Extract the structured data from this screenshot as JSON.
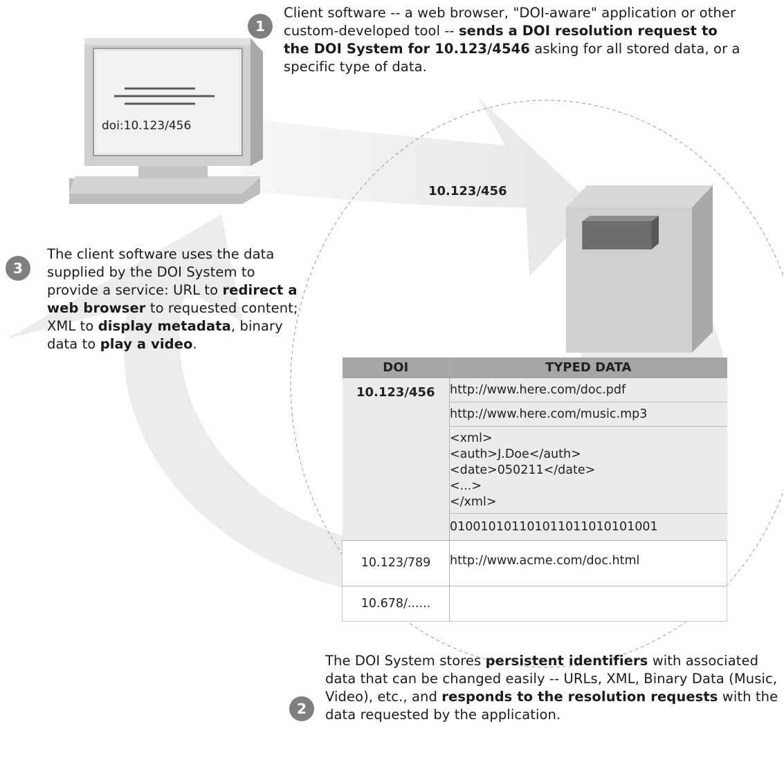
{
  "client": {
    "screen_label": "doi:10.123/456"
  },
  "request_id": "10.123/456",
  "steps": [
    {
      "number": "1",
      "parts": [
        {
          "t": "Client software -- a web browser, \"DOI-aware\" application or other custom-developed tool -- "
        },
        {
          "t": "sends a DOI resolution request to the DOI System for 10.123/4546",
          "b": true
        },
        {
          "t": " asking for all stored data, or a specific type of data."
        }
      ]
    },
    {
      "number": "2",
      "parts": [
        {
          "t": "The DOI System stores "
        },
        {
          "t": "persistent identifiers",
          "b": true
        },
        {
          "t": " with associated data that can be changed easily -- URLs, XML, Binary Data (Music, Video), etc., and "
        },
        {
          "t": "responds to the resolution requests",
          "b": true
        },
        {
          "t": " with the data requested by the application."
        }
      ]
    },
    {
      "number": "3",
      "parts": [
        {
          "t": "The client software uses the data supplied by the DOI System to provide a service: URL to "
        },
        {
          "t": "redirect a web browser",
          "b": true
        },
        {
          "t": " to requested content; XML to "
        },
        {
          "t": "display metadata",
          "b": true
        },
        {
          "t": ", binary data to "
        },
        {
          "t": "play a video",
          "b": true
        },
        {
          "t": "."
        }
      ]
    }
  ],
  "table": {
    "headers": [
      "DOI",
      "TYPED DATA"
    ],
    "main_doi": "10.123/456",
    "main_values": [
      "http://www.here.com/doc.pdf",
      "http://www.here.com/music.mp3"
    ],
    "xml_lines": [
      "<xml>",
      "<auth>J.Doe</auth>",
      "<date>050211</date>",
      "<...>",
      "</xml>"
    ],
    "binary_value": "010010101101011011010101001",
    "other_rows": [
      {
        "doi": "10.123/789",
        "data": "http://www.acme.com/doc.html"
      },
      {
        "doi": "10.678/......",
        "data": ""
      }
    ]
  }
}
